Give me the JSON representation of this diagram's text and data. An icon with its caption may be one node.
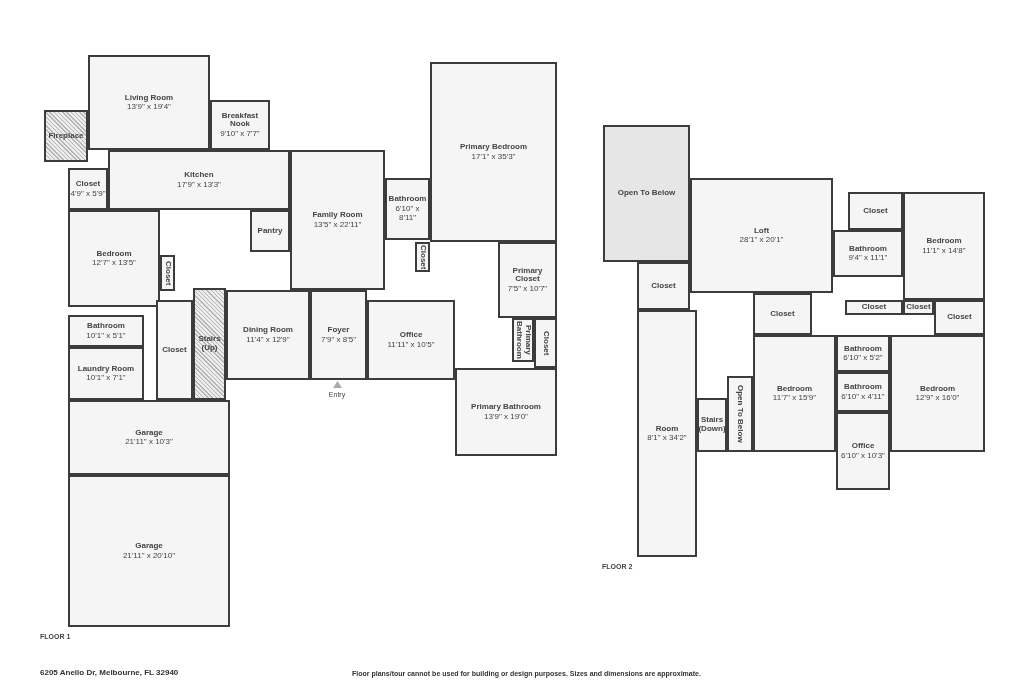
{
  "diagram": {
    "nodes": [
      {
        "text": [
          "Fireplace"
        ]
      },
      {
        "text": [
          "Living Room",
          "13'9\" x 19'4\""
        ]
      },
      {
        "text": [
          "Breakfast Nook",
          "9'10\" x 7'7\""
        ]
      },
      {
        "text": [
          "Closet",
          "4'9\" x 5'9\""
        ]
      },
      {
        "text": [
          "Kitchen",
          "17'9\" x 13'3\""
        ]
      },
      {
        "text": [
          "Pantry"
        ]
      },
      {
        "text": [
          "Bedroom",
          "12'7\" x 13'5\""
        ]
      },
      {
        "text": [
          "Closet"
        ]
      },
      {
        "text": [
          "Bathroom",
          "10'1\" x 5'1\""
        ]
      },
      {
        "text": [
          "Laundry Room",
          "10'1\" x 7'1\""
        ]
      },
      {
        "text": [
          "Closet"
        ]
      },
      {
        "text": [
          "Stairs (Up)"
        ]
      },
      {
        "text": [
          "Family Room",
          "13'5\" x 22'11\""
        ]
      },
      {
        "text": [
          "Bathroom",
          "6'10\" x 8'11\""
        ]
      },
      {
        "text": [
          "Closet"
        ]
      },
      {
        "text": [
          "Dining Room",
          "11'4\" x 12'9\""
        ]
      },
      {
        "text": [
          "Foyer",
          "7'9\" x 8'5\""
        ]
      },
      {
        "text": [
          "Office",
          "11'11\" x 10'5\""
        ]
      },
      {
        "text": [
          "Primary Bedroom",
          "17'1\" x 35'3\""
        ]
      },
      {
        "text": [
          "Primary Closet",
          "7'5\" x 10'7\""
        ]
      },
      {
        "text": [
          "Primary Bathroom"
        ]
      },
      {
        "text": [
          "Closet"
        ]
      },
      {
        "text": [
          "Primary Bathroom",
          "13'9\" x 19'0\""
        ]
      },
      {
        "text": [
          "Garage",
          "21'11\" x 10'3\""
        ]
      },
      {
        "text": [
          "Garage",
          "21'11\" x 20'10\""
        ]
      },
      {
        "text": [
          "Open To Below"
        ]
      },
      {
        "text": [
          "Loft",
          "28'1\" x 20'1\""
        ]
      },
      {
        "text": [
          "Closet"
        ]
      },
      {
        "text": [
          "Closet"
        ]
      },
      {
        "text": [
          "Bathroom",
          "9'4\" x 11'1\""
        ]
      },
      {
        "text": [
          "Bedroom",
          "11'1\" x 14'8\""
        ]
      },
      {
        "text": [
          "Closet"
        ]
      },
      {
        "text": [
          "Closet"
        ]
      },
      {
        "text": [
          "Closet"
        ]
      },
      {
        "text": [
          "Closet"
        ]
      },
      {
        "text": [
          "Room",
          "8'1\" x 34'2\""
        ]
      },
      {
        "text": [
          "Stairs (Down)"
        ]
      },
      {
        "text": [
          "Open To Below"
        ]
      },
      {
        "text": [
          "Bedroom",
          "11'7\" x 15'9\""
        ]
      },
      {
        "text": [
          "Bathroom",
          "6'10\" x 5'2\""
        ]
      },
      {
        "text": [
          "Bathroom",
          "6'10\" x 4'11\""
        ]
      },
      {
        "text": [
          "Bedroom",
          "12'9\" x 16'0\""
        ]
      },
      {
        "text": [
          "Office",
          "6'10\" x 10'3\""
        ]
      }
    ],
    "labels": [
      "Entry",
      "FLOOR 1",
      "6205 Anello Dr, Melbourne, FL 32940",
      "Floor plans/tour cannot be used for building or design purposes. Sizes and dimensions are approximate.",
      "FLOOR 2"
    ]
  }
}
